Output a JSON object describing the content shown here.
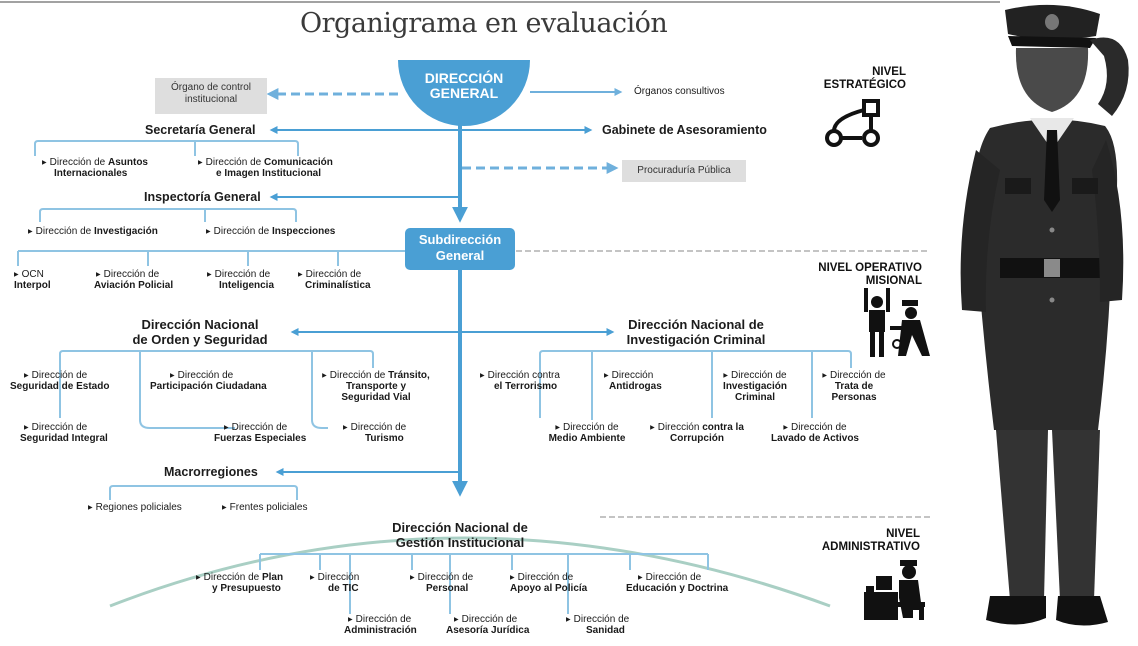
{
  "title": "Organigrama en evaluación",
  "colors": {
    "accent": "#4a9fd4",
    "accent_light": "#8fc4e3",
    "arc": "#a9cfc4",
    "grey": "#dedede"
  },
  "top": {
    "dg1": "DIRECCIÓN",
    "dg2": "GENERAL",
    "control1": "Órgano de control",
    "control2": "institucional",
    "consultivos": "Órganos consultivos",
    "gabinete": "Gabinete de Asesoramiento",
    "procuraduria": "Procuraduría Pública"
  },
  "secretaria": {
    "title": "Secretaría General",
    "a1": "Dirección de ",
    "a1b": "Asuntos",
    "a2": "Internacionales",
    "c1": "Dirección de ",
    "c1b": "Comunicación",
    "c2": "e Imagen Institucional"
  },
  "inspectoria": {
    "title": "Inspectoría General",
    "i1": "Dirección de ",
    "i1b": "Investigación",
    "i2": "Dirección de ",
    "i2b": "Inspecciones"
  },
  "subdireccion": {
    "s1": "Subdirección",
    "s2": "General",
    "ocn1": "OCN",
    "ocn2": "Interpol",
    "av1": "Dirección de",
    "av2": "Aviación Policial",
    "in1": "Dirección de",
    "in2": "Inteligencia",
    "cr1": "Dirección de",
    "cr2": "Criminalística"
  },
  "orden": {
    "t1": "Dirección Nacional",
    "t2": "de Orden y Seguridad",
    "se1": "Dirección de",
    "se2": "Seguridad de Estado",
    "pc1": "Dirección de",
    "pc2": "Participación Ciudadana",
    "tr1": "Dirección de ",
    "tr1b": "Tránsito,",
    "tr2": "Transporte y",
    "tr3": "Seguridad Vial",
    "si1": "Dirección de",
    "si2": "Seguridad Integral",
    "fe1": "Dirección de",
    "fe2": "Fuerzas Especiales",
    "tu1": "Dirección de",
    "tu2": "Turismo"
  },
  "investigacion": {
    "t1": "Dirección Nacional de",
    "t2": "Investigación Criminal",
    "te1": "Dirección contra",
    "te2": "el Terrorismo",
    "an1": "Dirección",
    "an2": "Antidrogas",
    "ic1": "Dirección de",
    "ic2": "Investigación",
    "ic3": "Criminal",
    "tp1": "Dirección de",
    "tp2": "Trata de",
    "tp3": "Personas",
    "ma1": "Dirección de",
    "ma2": "Medio Ambiente",
    "co1": "Dirección ",
    "co1b": "contra la",
    "co2": "Corrupción",
    "la1": "Dirección de",
    "la2": "Lavado de Activos"
  },
  "macro": {
    "title": "Macrorregiones",
    "r1": "Regiones policiales",
    "r2": "Frentes policiales"
  },
  "gestion": {
    "t1": "Dirección Nacional de",
    "t2": "Gestión Institucional",
    "pl1": "Dirección de ",
    "pl1b": "Plan",
    "pl2": "y Presupuesto",
    "ti1": "Dirección",
    "ti2": "de TIC",
    "pe1": "Dirección de",
    "pe2": "Personal",
    "ap1": "Dirección de",
    "ap2": "Apoyo al Policía",
    "ed1": "Dirección de",
    "ed2": "Educación y Doctrina",
    "ad1": "Dirección de",
    "ad2": "Administración",
    "aj1": "Dirección de",
    "aj2": "Asesoría Jurídica",
    "sa1": "Dirección de",
    "sa2": "Sanidad"
  },
  "levels": {
    "estrategico1": "NIVEL",
    "estrategico2": "ESTRATÉGICO",
    "operativo1": "NIVEL OPERATIVO",
    "operativo2": "MISIONAL",
    "administrativo1": "NIVEL",
    "administrativo2": "ADMINISTRATIVO"
  },
  "icons": [
    "strategy-icon",
    "arrest-icon",
    "office-worker-icon",
    "police-officer-figure"
  ]
}
